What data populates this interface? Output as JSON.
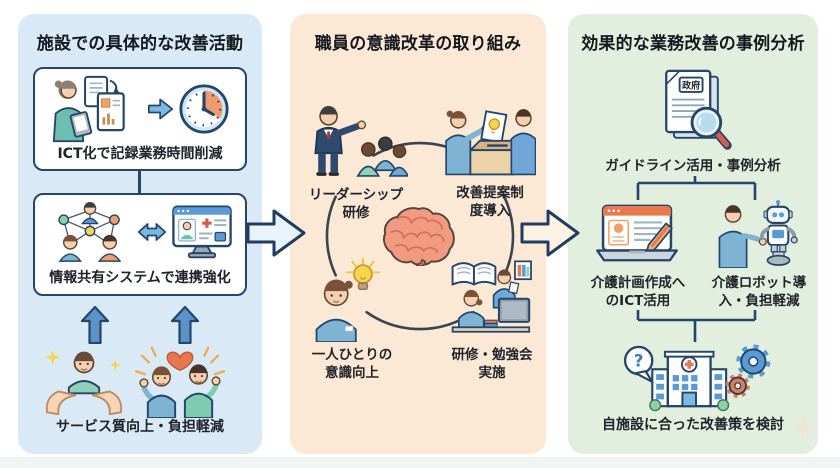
{
  "colors": {
    "panel1_bg": "#d9eaf6",
    "panel2_bg": "#fbe9d6",
    "panel3_bg": "#e2eede",
    "outline_navy": "#24466b",
    "accent_blue": "#5b9bd5",
    "accent_orange": "#e8794a",
    "brain_pink": "#f29a80",
    "arrow1_fill": "#e9f3fb",
    "arrow2_fill": "#fdf3e4"
  },
  "panel1": {
    "title": "施設での具体的な改善活動",
    "card1_label": "ICT化で記録業務時間削減",
    "card2_label": "情報共有システムで連携強化",
    "bottom_label": "サービス質向上・負担軽減"
  },
  "panel2": {
    "title": "職員の意識改革の取り組み",
    "items": [
      {
        "line1": "リーダーシップ",
        "line2": "研修"
      },
      {
        "line1": "改善提案制",
        "line2": "度導入"
      },
      {
        "line1": "一人ひとりの",
        "line2": "意識向上"
      },
      {
        "line1": "研修・勉強会",
        "line2": "実施"
      }
    ]
  },
  "panel3": {
    "title": "効果的な業務改善の事例分析",
    "doc_text": "政府",
    "top_label": "ガイドライン活用・事例分析",
    "left_label": {
      "line1": "介護計画作成へ",
      "line2": "のICT活用"
    },
    "right_label": {
      "line1": "介護ロボット導",
      "line2": "入・負担軽減"
    },
    "bottom_label": "自施設に合った改善策を検討",
    "question_mark": "?"
  }
}
